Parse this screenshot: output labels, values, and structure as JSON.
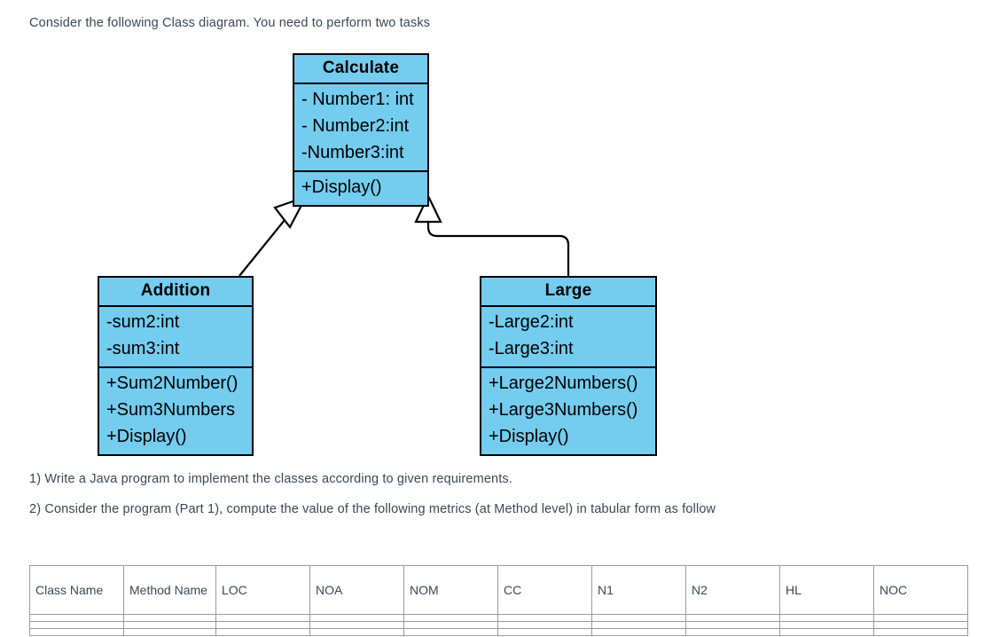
{
  "intro_text": "Consider the following Class diagram. You need to perform two tasks",
  "tasks": [
    "1) Write a Java program to implement the classes according to given requirements.",
    "2) Consider the program (Part 1), compute the value of the following metrics (at Method level) in tabular form as follow"
  ],
  "diagram": {
    "fill_color": "#74ccee",
    "border_color": "#000000",
    "classes": [
      {
        "name": "Calculate",
        "attributes": [
          "- Number1: int",
          "- Number2:int",
          "-Number3:int"
        ],
        "methods": [
          "+Display()"
        ]
      },
      {
        "name": "Addition",
        "attributes": [
          "-sum2:int",
          "-sum3:int"
        ],
        "methods": [
          "+Sum2Number()",
          "+Sum3Numbers",
          "+Display()"
        ]
      },
      {
        "name": "Large",
        "attributes": [
          "-Large2:int",
          "-Large3:int"
        ],
        "methods": [
          "+Large2Numbers()",
          "+Large3Numbers()",
          "+Display()"
        ]
      }
    ],
    "relationships": [
      {
        "type": "generalization",
        "from": "Addition",
        "to": "Calculate",
        "style": "diagonal"
      },
      {
        "type": "generalization",
        "from": "Large",
        "to": "Calculate",
        "style": "orthogonal"
      }
    ]
  },
  "table": {
    "headers": [
      "Class Name",
      "Method Name",
      "LOC",
      "NOA",
      "NOM",
      "CC",
      "N1",
      "N2",
      "HL",
      "NOC"
    ],
    "rows": [
      [
        "",
        "",
        "",
        "",
        "",
        "",
        "",
        "",
        "",
        ""
      ],
      [
        "",
        "",
        "",
        "",
        "",
        "",
        "",
        "",
        "",
        ""
      ],
      [
        "",
        "",
        "",
        "",
        "",
        "",
        "",
        "",
        "",
        ""
      ]
    ]
  }
}
